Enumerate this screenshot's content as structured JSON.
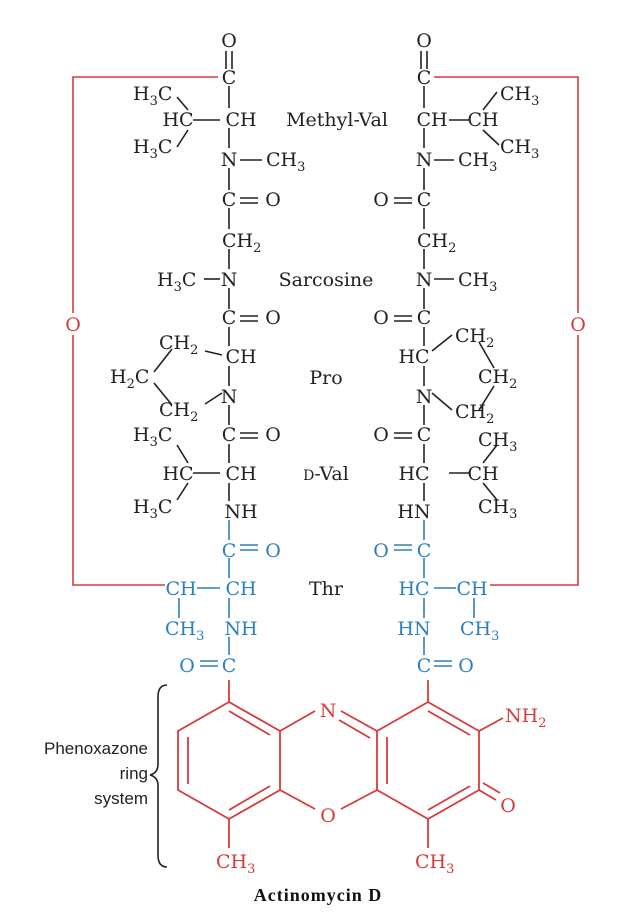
{
  "title": "Actinomycin D",
  "residues": {
    "methyl_val": "Methyl-Val",
    "sarcosine": "Sarcosine",
    "pro": "Pro",
    "d_val_prefix": "D",
    "d_val_suffix": "-Val",
    "thr": "Thr"
  },
  "brace_label": [
    "Phenoxazone",
    "ring",
    "system"
  ],
  "atoms": {
    "O": "O",
    "C": "C",
    "N": "N",
    "CH": "CH",
    "HC": "HC",
    "CH2": "CH",
    "CH3": "CH",
    "H3C": "H",
    "H2C": "H",
    "NH": "NH",
    "HN": "HN",
    "NH2": "NH",
    "two": "2",
    "three": "3"
  },
  "colors": {
    "black": "#222222",
    "red": "#d63b3b",
    "blue": "#2e7fbf"
  }
}
